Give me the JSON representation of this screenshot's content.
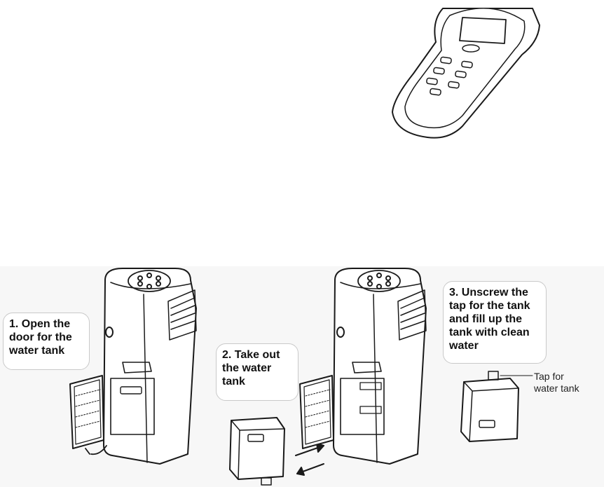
{
  "steps": {
    "step1": "1. Open the\ndoor for the\nwater tank",
    "step2": "2. Take out\nthe water\ntank",
    "step3": "3. Unscrew the\ntap for the tank\nand fill up the\ntank with clean\nwater"
  },
  "labels": {
    "tap": "Tap for\nwater tank"
  },
  "colors": {
    "line": "#1a1a1a",
    "panel": "#f7f7f7",
    "callout_border": "#c9c9c9"
  }
}
